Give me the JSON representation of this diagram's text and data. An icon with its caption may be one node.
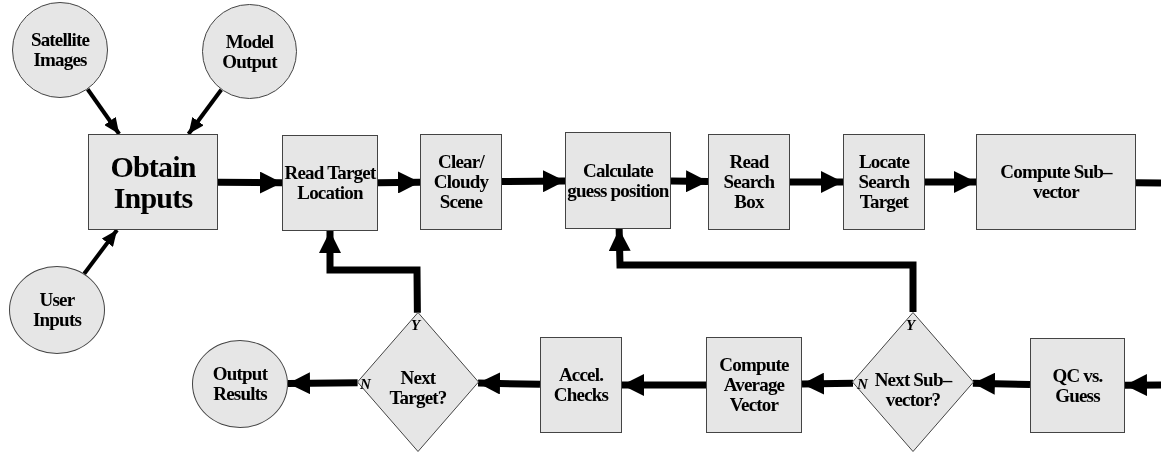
{
  "diagram": {
    "nodes": [
      {
        "text": [
          "Satellite Images"
        ]
      },
      {
        "text": [
          "Model Output"
        ]
      },
      {
        "text": [
          "Obtain Inputs"
        ]
      },
      {
        "text": [
          "User Inputs"
        ]
      },
      {
        "text": [
          "Read Target Location"
        ]
      },
      {
        "text": [
          "Clear/ Cloudy Scene"
        ]
      },
      {
        "text": [
          "Calculate guess position"
        ]
      },
      {
        "text": [
          "Read Search Box"
        ]
      },
      {
        "text": [
          "Locate Search Target"
        ]
      },
      {
        "text": [
          "Compute Sub–vector"
        ]
      },
      {
        "text": [
          "QC vs. Guess"
        ]
      },
      {
        "text": [
          "Next Sub– vector?"
        ]
      },
      {
        "text": [
          "Compute Average Vector"
        ]
      },
      {
        "text": [
          "Accel. Checks"
        ]
      },
      {
        "text": [
          "Next Target?"
        ]
      },
      {
        "text": [
          "Output Results"
        ]
      }
    ],
    "edges": [
      {
        "from": 0,
        "to": 2,
        "arrow": "to"
      },
      {
        "from": 1,
        "to": 2,
        "arrow": "to"
      },
      {
        "from": 3,
        "to": 2,
        "arrow": "to"
      },
      {
        "from": 2,
        "to": 4,
        "arrow": "to"
      },
      {
        "from": 4,
        "to": 5,
        "arrow": "to"
      },
      {
        "from": 5,
        "to": 6,
        "arrow": "to"
      },
      {
        "from": 6,
        "to": 7,
        "arrow": "to"
      },
      {
        "from": 7,
        "to": 8,
        "arrow": "to"
      },
      {
        "from": 8,
        "to": 9,
        "arrow": "to"
      },
      {
        "from": 9,
        "to": null,
        "arrow": "none"
      },
      {
        "from": null,
        "to": 10,
        "arrow": "to"
      },
      {
        "from": 10,
        "to": 11,
        "arrow": "to"
      },
      {
        "from": 11,
        "to": 12,
        "arrow": "to",
        "label": "N"
      },
      {
        "from": 11,
        "to": 6,
        "arrow": "to",
        "label": "Y"
      },
      {
        "from": 12,
        "to": 13,
        "arrow": "to"
      },
      {
        "from": 13,
        "to": 14,
        "arrow": "to"
      },
      {
        "from": 14,
        "to": 15,
        "arrow": "to",
        "label": "N"
      },
      {
        "from": 14,
        "to": 4,
        "arrow": "to",
        "label": "Y"
      }
    ]
  }
}
